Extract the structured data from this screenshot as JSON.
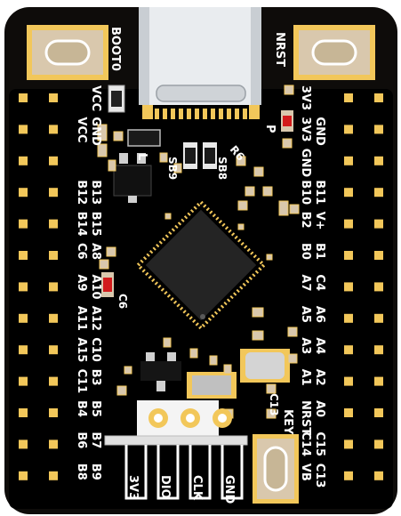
{
  "board": {
    "colors": {
      "pcb": "#0e0c0a",
      "gold": "#f2c75a",
      "silk": "#ffffff",
      "button_cap": "#d9c8ad",
      "connector": "#e9ecef",
      "led_red": "#d21c1c",
      "chip": "#242424"
    },
    "buttons": {
      "boot0": "BOOT0",
      "nrst": "NRST",
      "key": "KEY"
    },
    "left_header": [
      {
        "outer": "",
        "inner": "VCC"
      },
      {
        "outer": "VCC",
        "inner": "GND"
      },
      {
        "outer": "",
        "inner": ""
      },
      {
        "outer": "B12",
        "inner": "B13"
      },
      {
        "outer": "B14",
        "inner": "B15"
      },
      {
        "outer": "C6",
        "inner": "A8"
      },
      {
        "outer": "A9",
        "inner": "A10"
      },
      {
        "outer": "A11",
        "inner": "A12"
      },
      {
        "outer": "A15",
        "inner": "C10"
      },
      {
        "outer": "C11",
        "inner": "B3"
      },
      {
        "outer": "B4",
        "inner": "B5"
      },
      {
        "outer": "B6",
        "inner": "B7"
      },
      {
        "outer": "B8",
        "inner": "B9"
      }
    ],
    "right_header": [
      {
        "inner": "3V3",
        "outer": ""
      },
      {
        "inner": "3V3",
        "outer": "GND"
      },
      {
        "inner": "GND",
        "outer": ""
      },
      {
        "inner": "B10",
        "outer": "B11"
      },
      {
        "inner": "B2",
        "outer": "V+"
      },
      {
        "inner": "B0",
        "outer": "B1"
      },
      {
        "inner": "A7",
        "outer": "C4"
      },
      {
        "inner": "A5",
        "outer": "A6"
      },
      {
        "inner": "A3",
        "outer": "A4"
      },
      {
        "inner": "A1",
        "outer": "A2"
      },
      {
        "inner": "NRST",
        "outer": "A0"
      },
      {
        "inner": "C14",
        "outer": "C15"
      },
      {
        "inner": "VB",
        "outer": "C13"
      }
    ],
    "swd_labels": [
      "3V3",
      "DIO",
      "CLK",
      "GND"
    ],
    "component_labels": {
      "p": "P",
      "l": "L",
      "sb9": "SB9",
      "sb8": "SB8",
      "r6": "R6",
      "c6": "C6",
      "c13": "C13"
    }
  }
}
